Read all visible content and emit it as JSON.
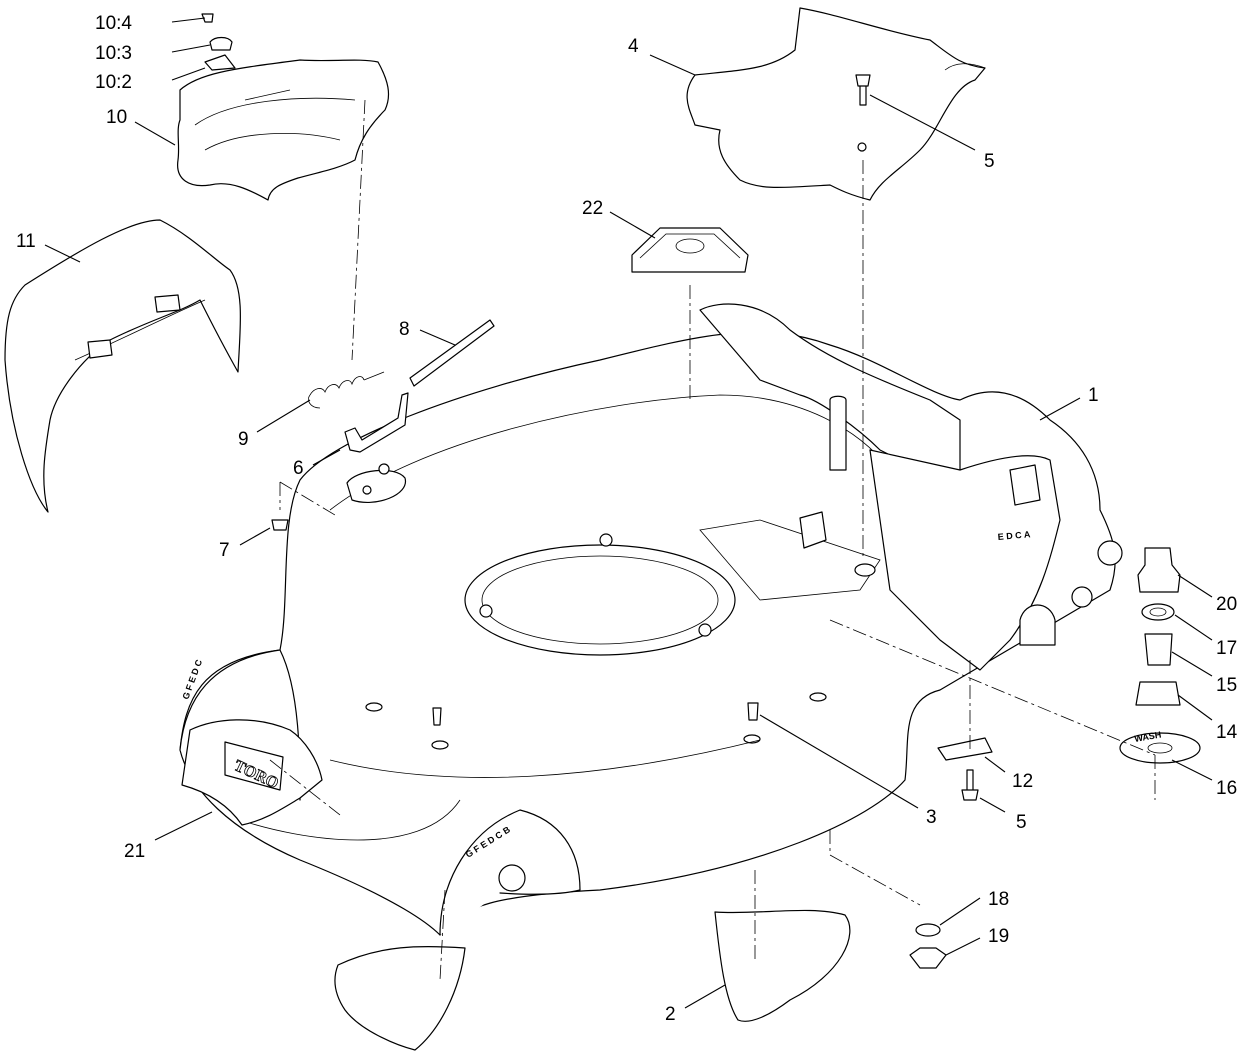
{
  "callouts": {
    "c10_4": "10:4",
    "c10_3": "10:3",
    "c10_2": "10:2",
    "c10": "10",
    "c11": "11",
    "c9": "9",
    "c8": "8",
    "c6": "6",
    "c7": "7",
    "c4": "4",
    "c5a": "5",
    "c22": "22",
    "c1": "1",
    "c20": "20",
    "c17": "17",
    "c15": "15",
    "c14": "14",
    "c16": "16",
    "c12": "12",
    "c5b": "5",
    "c3": "3",
    "c18": "18",
    "c19": "19",
    "c21": "21",
    "c2": "2"
  },
  "markings": {
    "height_left": "G F E D C",
    "height_rear": "G F E D C B",
    "height_right": "E D C A",
    "brand": "TORO",
    "wash_port": "WASH"
  }
}
